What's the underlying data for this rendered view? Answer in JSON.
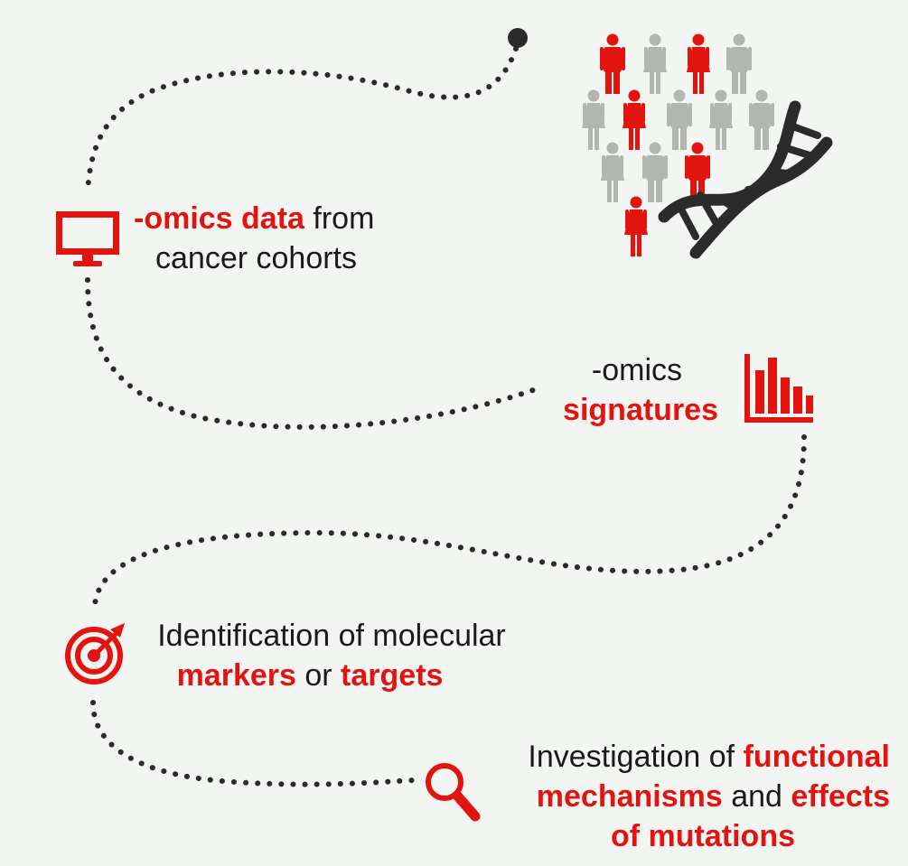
{
  "colors": {
    "accent": "#e3140f",
    "person_gray": "#b3b5b3",
    "path_dot": "#2b2b2b",
    "dna": "#2b2b2b",
    "background": "#f3f5f2"
  },
  "steps": [
    {
      "icon": "monitor-icon",
      "line1": {
        "highlight": "-omics data",
        "rest": " from"
      },
      "line2": "cancer cohorts"
    },
    {
      "icon": "bar-chart-icon",
      "line1": "-omics",
      "line2": "signatures"
    },
    {
      "icon": "target-icon",
      "line1": "Identification of molecular",
      "line2": {
        "h1": "markers",
        "mid": " or ",
        "h2": "targets"
      }
    },
    {
      "icon": "magnifier-icon",
      "line1": {
        "plain": "Investigation of ",
        "highlight": "functional"
      },
      "line2": {
        "h1": "mechanisms",
        "mid": " and ",
        "h2": "effects"
      },
      "line3": "of mutations"
    }
  ],
  "crowd": {
    "icon": "people-crowd-icon",
    "people": [
      {
        "color": "accent",
        "gender": "male"
      },
      {
        "color": "gray",
        "gender": "female"
      },
      {
        "color": "accent",
        "gender": "female"
      },
      {
        "color": "gray",
        "gender": "male"
      },
      {
        "color": "gray",
        "gender": "female"
      },
      {
        "color": "accent",
        "gender": "female"
      },
      {
        "color": "gray",
        "gender": "male"
      },
      {
        "color": "gray",
        "gender": "female"
      },
      {
        "color": "gray",
        "gender": "male"
      },
      {
        "color": "gray",
        "gender": "female"
      },
      {
        "color": "gray",
        "gender": "male"
      },
      {
        "color": "accent",
        "gender": "male"
      },
      {
        "color": "accent",
        "gender": "female"
      }
    ],
    "dna_icon": "dna-helix-icon"
  }
}
